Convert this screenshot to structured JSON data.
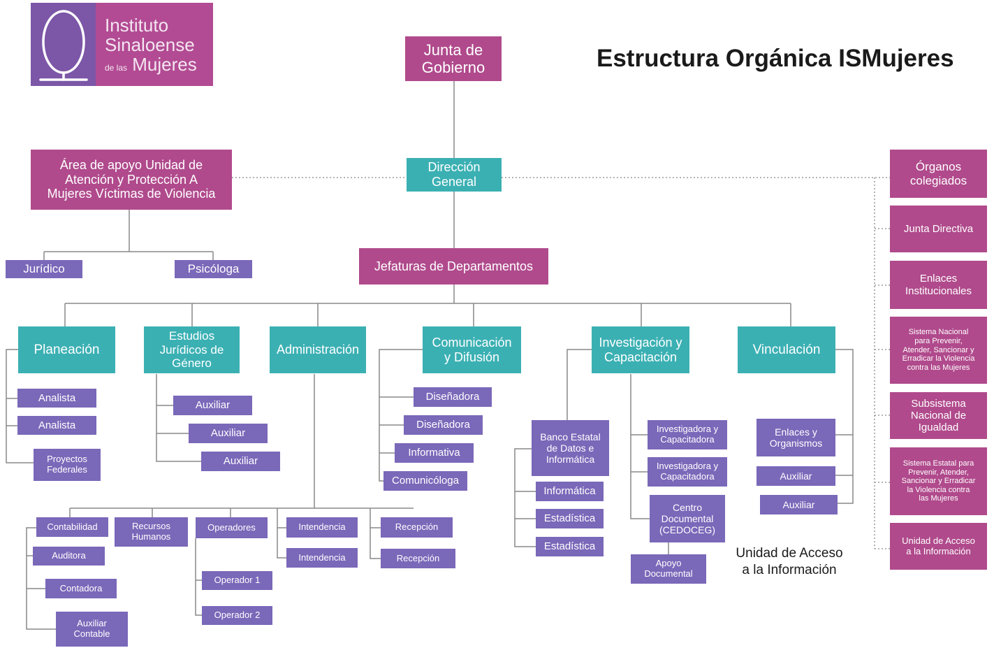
{
  "title": "Estructura Orgánica ISMujeres",
  "logo": {
    "line1": "Instituto",
    "line2": "Sinaloense",
    "line3_small": "de las",
    "line3_big": "Mujeres",
    "icon": "omega-woman-logo-icon"
  },
  "colors": {
    "magenta": "#b04a8c",
    "teal": "#3bb0b3",
    "purple": "#7a68b9",
    "line": "#888888"
  },
  "boxes": {
    "junta_gobierno": "Junta de\nGobierno",
    "direccion_general": "Dirección\nGeneral",
    "area_apoyo": "Área de apoyo Unidad de\nAtención y Protección A\nMujeres Víctimas de Violencia",
    "juridico": "Jurídico",
    "psicologa": "Psicóloga",
    "jefaturas": "Jefaturas de Departamentos",
    "planeacion": "Planeación",
    "analista_1": "Analista",
    "analista_2": "Analista",
    "proyectos_federales": "Proyectos\nFederales",
    "estudios_juridicos": "Estudios\nJurídicos de\nGénero",
    "auxiliar_ej_1": "Auxiliar",
    "auxiliar_ej_2": "Auxiliar",
    "auxiliar_ej_3": "Auxiliar",
    "administracion": "Administración",
    "contabilidad": "Contabilidad",
    "auditora": "Auditora",
    "contadora": "Contadora",
    "auxiliar_contable": "Auxiliar\nContable",
    "recursos_humanos": "Recursos\nHumanos",
    "operadores": "Operadores",
    "operador_1": "Operador 1",
    "operador_2": "Operador 2",
    "intendencia_1": "Intendencia",
    "intendencia_2": "Intendencia",
    "recepcion_1": "Recepción",
    "recepcion_2": "Recepción",
    "comunicacion": "Comunicación\ny Difusión",
    "disenadora_1": "Diseñadora",
    "disenadora_2": "Diseñadora",
    "informativa": "Informativa",
    "comunicologa": "Comunicóloga",
    "investigacion": "Investigación y\nCapacitación",
    "banco_estatal": "Banco Estatal\nde Datos e\nInformática",
    "informatica": "Informática",
    "estadistica_1": "Estadística",
    "estadistica_2": "Estadística",
    "investigadora_1": "Investigadora y\nCapacitadora",
    "investigadora_2": "Investigadora y\nCapacitadora",
    "centro_documental": "Centro\nDocumental\n(CEDOCEG)",
    "apoyo_documental": "Apoyo\nDocumental",
    "vinculacion": "Vinculación",
    "enlaces_organismos": "Enlaces y\nOrganismos",
    "auxiliar_vin_1": "Auxiliar",
    "auxiliar_vin_2": "Auxiliar",
    "organos_colegiados": "Órganos\ncolegiados",
    "junta_directiva": "Junta Directiva",
    "enlaces_institucionales": "Enlaces\nInstitucionales",
    "sistema_nacional": "Sistema Nacional\npara Prevenir,\nAtender, Sancionar y\nErradicar la Violencia\ncontra las Mujeres",
    "subsistema": "Subsistema\nNacional de\nIgualdad",
    "sistema_estatal": "Sistema Estatal para\nPrevenir, Atender,\nSancionar y Erradicar\nla Violencia contra\nlas Mujeres",
    "unidad_acceso_box": "Unidad de Acceso\na la Información"
  },
  "unidad_acceso_text": "Unidad de Acceso\na la Información"
}
